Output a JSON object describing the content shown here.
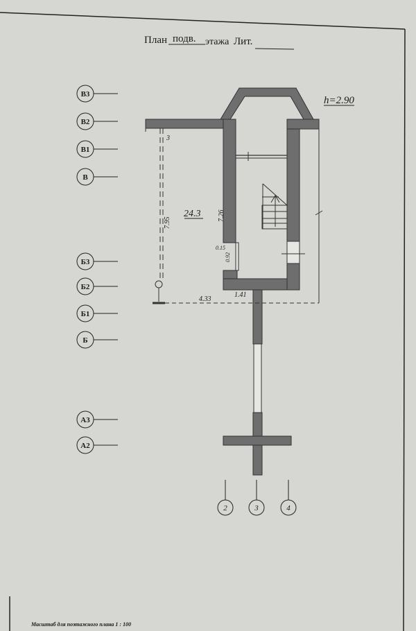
{
  "title": {
    "prefix": "План",
    "floor": "подв.",
    "middle": "этажа",
    "lit_label": "Лит."
  },
  "height_note": "h=2.90",
  "room_area": "24.3",
  "dimensions": {
    "d1": "3",
    "d2": "7.95",
    "d3": "7.26",
    "d4": "0.15",
    "d5": "0.92",
    "d6": "1.41",
    "d7": "4.33"
  },
  "axes_rows": [
    "В3",
    "В2",
    "В1",
    "В",
    "Б3",
    "Б2",
    "Б1",
    "Б",
    "А3",
    "А2"
  ],
  "axes_cols": [
    "2",
    "3",
    "4"
  ],
  "footer": "Масштаб для поэтажного плана 1 : 100",
  "colors": {
    "paper": "#d6d6d3",
    "wall": "#6e6e6e",
    "ink": "#1a1a1a"
  }
}
